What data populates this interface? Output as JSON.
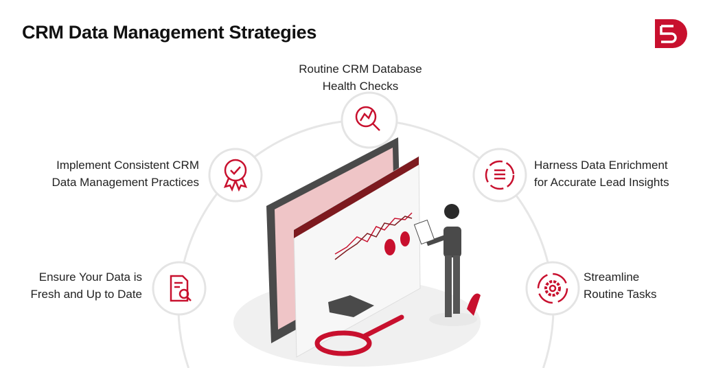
{
  "title": "CRM Data Management Strategies",
  "logo_text": "DS",
  "colors": {
    "accent": "#c8102e",
    "dark_red": "#7d1a1f",
    "gray": "#4a4a4a",
    "pink": "#efc5c7",
    "ring": "#e4e4e4"
  },
  "strategies": [
    {
      "line1": "Routine CRM Database",
      "line2": "Health Checks",
      "icon": "magnifier-chart-icon"
    },
    {
      "line1": "Implement Consistent CRM",
      "line2": "Data Management Practices",
      "icon": "award-badge-icon"
    },
    {
      "line1": "Harness Data Enrichment",
      "line2": "for Accurate Lead Insights",
      "icon": "cycle-list-icon"
    },
    {
      "line1": "Ensure Your Data is",
      "line2": "Fresh and Up to Date",
      "icon": "document-search-icon"
    },
    {
      "line1": "Streamline",
      "line2": "Routine Tasks",
      "icon": "gear-cycle-icon"
    }
  ]
}
